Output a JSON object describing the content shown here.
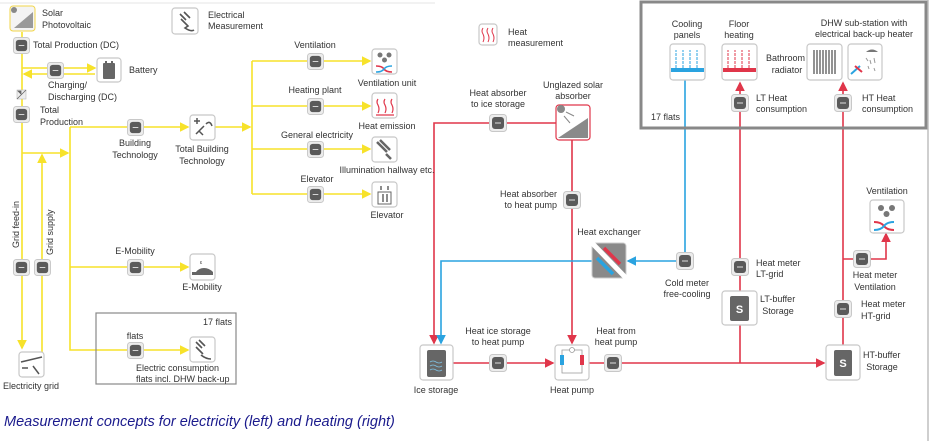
{
  "colors": {
    "electric_line": "#f7e22a",
    "heat_line": "#e0364a",
    "cold_line": "#2aa3e0",
    "caption": "#1a1a8c",
    "frame": "#888888"
  },
  "legend": {
    "solar": [
      "Solar",
      "Photovoltaic"
    ],
    "electrical": [
      "Electrical",
      "Measurement"
    ],
    "heat": [
      "Heat",
      "measurement"
    ]
  },
  "electricity": {
    "total_production_dc": "Total Production (DC)",
    "battery": "Battery",
    "charging": [
      "Charging/",
      "Discharging (DC)"
    ],
    "total_production": [
      "Total",
      "Production"
    ],
    "grid_feed_in": "Grid feed-in",
    "grid_supply": "Grid supply",
    "electricity_grid": "Electricity grid",
    "building_technology": [
      "Building",
      "Technology"
    ],
    "total_building_technology": [
      "Total Building",
      "Technology"
    ],
    "branches": [
      {
        "meter": "Ventilation",
        "consumer": "Ventilation unit",
        "icon": "fan-icon"
      },
      {
        "meter": "Heating plant",
        "consumer": "Heat emission",
        "icon": "heat-emission-icon"
      },
      {
        "meter": "General electricity",
        "consumer": "Illumination hallway etc.",
        "icon": "light-bulb-icon"
      },
      {
        "meter": "Elevator",
        "consumer": "Elevator",
        "icon": "elevator-icon"
      }
    ],
    "e_mobility_meter": "E-Mobility",
    "e_mobility": "E-Mobility",
    "flats_box": "17 flats",
    "flats_meter": "flats",
    "flats_consumption": [
      "Electric consumption",
      "flats incl. DHW back-up"
    ]
  },
  "heating": {
    "absorber_to_ice": [
      "Heat absorber",
      "to ice storage"
    ],
    "unglazed_absorber": [
      "Unglazed solar",
      "absorber"
    ],
    "absorber_to_hp": [
      "Heat absorber",
      "to heat pump"
    ],
    "heat_exchanger": "Heat exchanger",
    "cold_meter": [
      "Cold meter",
      "free-cooling"
    ],
    "ice_storage": "Ice storage",
    "ice_to_hp": [
      "Heat ice storage",
      "to heat pump"
    ],
    "heat_pump": "Heat pump",
    "heat_from_hp": [
      "Heat from",
      "heat pump"
    ],
    "lt_meter": [
      "Heat meter",
      "LT-grid"
    ],
    "lt_buffer": [
      "LT-buffer",
      "Storage"
    ],
    "ht_buffer": [
      "HT-buffer",
      "Storage"
    ],
    "ht_meter": [
      "Heat meter",
      "HT-grid"
    ],
    "vent_meter": [
      "Heat meter",
      "Ventilation"
    ],
    "ventilation": "Ventilation",
    "flats_box": "17 flats",
    "cooling_panels": [
      "Cooling",
      "panels"
    ],
    "floor_heating": [
      "Floor",
      "heating"
    ],
    "bathroom_radiator": [
      "Bathroom",
      "radiator"
    ],
    "dhw": [
      "DHW sub-station with",
      "electrical back-up heater"
    ],
    "lt_consumption": [
      "LT Heat",
      "consumption"
    ],
    "ht_consumption": [
      "HT Heat",
      "consumption"
    ],
    "storage_symbol": "S"
  },
  "caption": "Measurement concepts for electricity (left) and heating (right)"
}
